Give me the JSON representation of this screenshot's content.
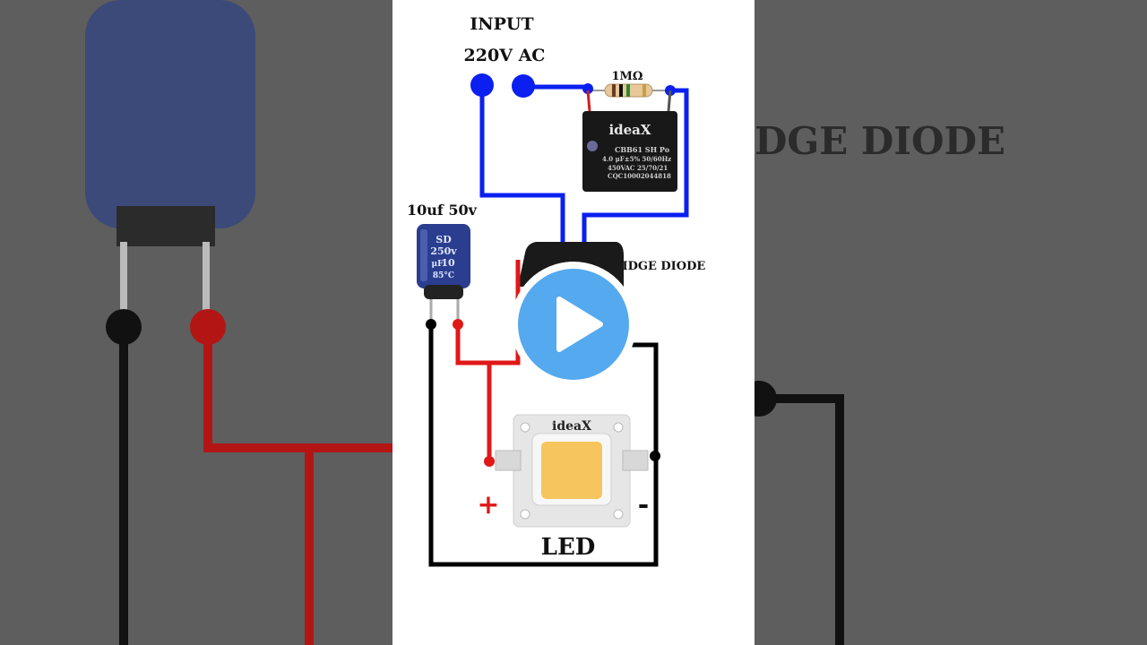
{
  "labels": {
    "input": "INPUT",
    "voltage": "220V AC",
    "resistor": "1MΩ",
    "capacitor_label": "10uf 50v",
    "bridge": "BRIDGE DIODE",
    "led": "LED",
    "plus": "+",
    "minus": "-",
    "watermark": "ideaX",
    "bg_right": "DGE DIODE"
  },
  "film_cap": {
    "brand": "ideaX",
    "lines": [
      "CBB61 SH Po",
      "4.0 μF±5%  50/60Hz",
      "450VAC  25/70/21",
      "CQC10002044818"
    ]
  },
  "elec_cap": {
    "lines": [
      "SD",
      "250v",
      "10",
      "μF",
      "85°C"
    ]
  },
  "colors": {
    "blue_wire": "#0a1ff0",
    "red_wire": "#e01818",
    "black_wire": "#000000",
    "play": "#55a9ee"
  },
  "play_button": {
    "icon": "play-icon"
  }
}
